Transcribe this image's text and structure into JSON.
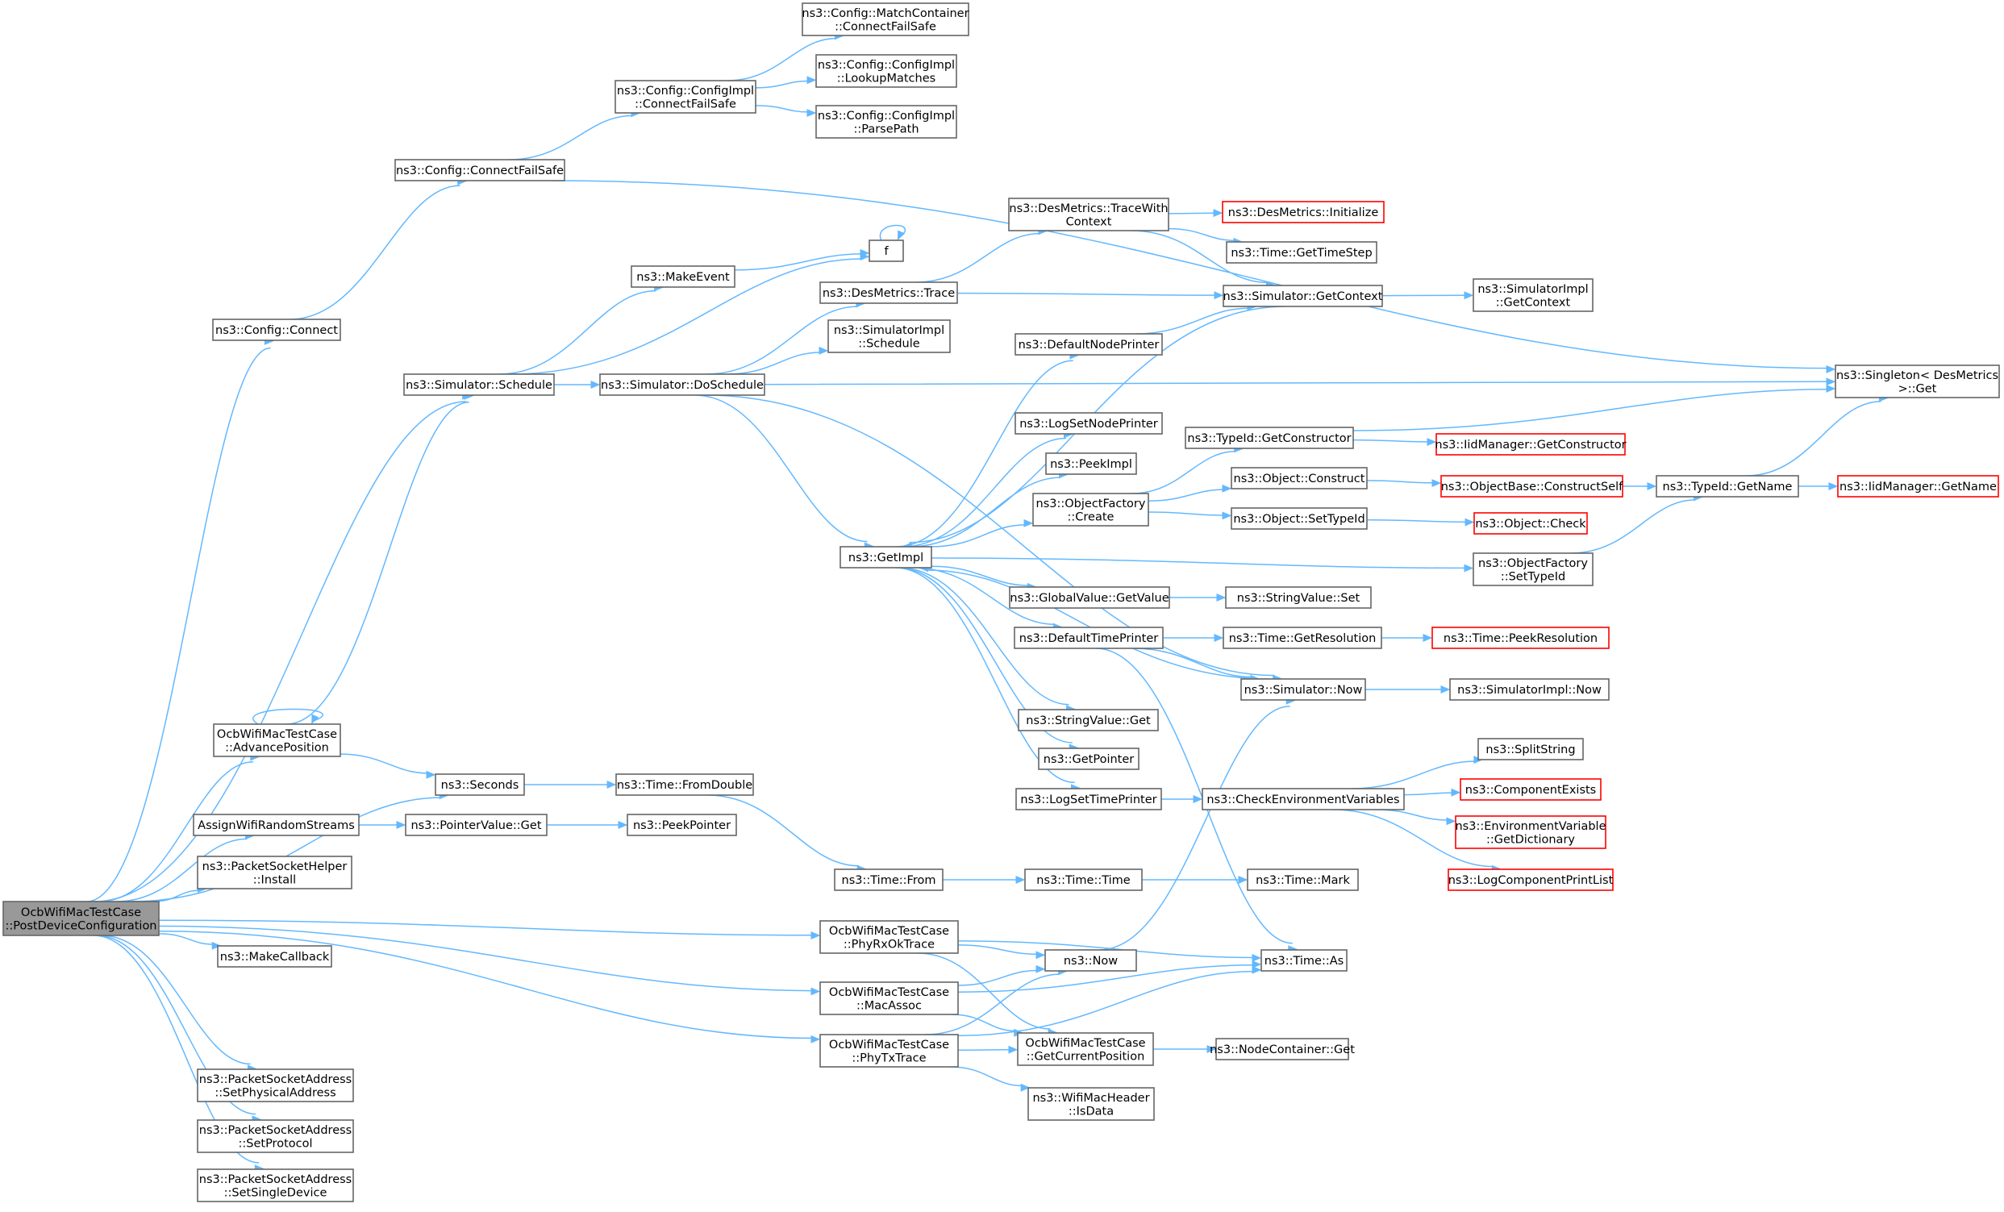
{
  "nodes": [
    {
      "id": "root",
      "lines": [
        "OcbWifiMacTestCase",
        "::PostDeviceConfiguration"
      ],
      "kind": "root"
    },
    {
      "id": "cfgConnect",
      "lines": [
        "ns3::Config::Connect"
      ]
    },
    {
      "id": "cfgConnectFailSafe",
      "lines": [
        "ns3::Config::ConnectFailSafe"
      ]
    },
    {
      "id": "cfgImplConnectFailSafe",
      "lines": [
        "ns3::Config::ConfigImpl",
        "::ConnectFailSafe"
      ]
    },
    {
      "id": "matchConnectFailSafe",
      "lines": [
        "ns3::Config::MatchContainer",
        "::ConnectFailSafe"
      ]
    },
    {
      "id": "lookupMatches",
      "lines": [
        "ns3::Config::ConfigImpl",
        "::LookupMatches"
      ]
    },
    {
      "id": "parsePath",
      "lines": [
        "ns3::Config::ConfigImpl",
        "::ParsePath"
      ]
    },
    {
      "id": "singletonGet",
      "lines": [
        "ns3::Singleton< DesMetrics",
        ">::Get"
      ]
    },
    {
      "id": "simSchedule",
      "lines": [
        "ns3::Simulator::Schedule"
      ]
    },
    {
      "id": "makeEvent",
      "lines": [
        "ns3::MakeEvent"
      ]
    },
    {
      "id": "f",
      "lines": [
        "f"
      ]
    },
    {
      "id": "simDoSchedule",
      "lines": [
        "ns3::Simulator::DoSchedule"
      ]
    },
    {
      "id": "desTrace",
      "lines": [
        "ns3::DesMetrics::Trace"
      ]
    },
    {
      "id": "simImplSchedule",
      "lines": [
        "ns3::SimulatorImpl",
        "::Schedule"
      ]
    },
    {
      "id": "traceWithContext",
      "lines": [
        "ns3::DesMetrics::TraceWith",
        "Context"
      ]
    },
    {
      "id": "desInitialize",
      "lines": [
        "ns3::DesMetrics::Initialize"
      ],
      "kind": "red"
    },
    {
      "id": "getTimeStep",
      "lines": [
        "ns3::Time::GetTimeStep"
      ]
    },
    {
      "id": "simGetContext",
      "lines": [
        "ns3::Simulator::GetContext"
      ]
    },
    {
      "id": "simImplGetContext",
      "lines": [
        "ns3::SimulatorImpl",
        "::GetContext"
      ]
    },
    {
      "id": "defaultNodePrinter",
      "lines": [
        "ns3::DefaultNodePrinter"
      ]
    },
    {
      "id": "logSetNodePrinter",
      "lines": [
        "ns3::LogSetNodePrinter"
      ]
    },
    {
      "id": "peekImpl",
      "lines": [
        "ns3::PeekImpl"
      ]
    },
    {
      "id": "objFactoryCreate",
      "lines": [
        "ns3::ObjectFactory",
        "::Create"
      ]
    },
    {
      "id": "typeIdGetConstructor",
      "lines": [
        "ns3::TypeId::GetConstructor"
      ]
    },
    {
      "id": "iidGetConstructor",
      "lines": [
        "ns3::IidManager::GetConstructor"
      ],
      "kind": "red"
    },
    {
      "id": "objConstruct",
      "lines": [
        "ns3::Object::Construct"
      ]
    },
    {
      "id": "objBaseConstructSelf",
      "lines": [
        "ns3::ObjectBase::ConstructSelf"
      ],
      "kind": "red"
    },
    {
      "id": "typeIdGetName",
      "lines": [
        "ns3::TypeId::GetName"
      ]
    },
    {
      "id": "iidGetName",
      "lines": [
        "ns3::IidManager::GetName"
      ],
      "kind": "red"
    },
    {
      "id": "objSetTypeId",
      "lines": [
        "ns3::Object::SetTypeId"
      ]
    },
    {
      "id": "objCheck",
      "lines": [
        "ns3::Object::Check"
      ],
      "kind": "red"
    },
    {
      "id": "getImpl",
      "lines": [
        "ns3::GetImpl"
      ]
    },
    {
      "id": "objFactorySetTypeId",
      "lines": [
        "ns3::ObjectFactory",
        "::SetTypeId"
      ]
    },
    {
      "id": "globalValueGetValue",
      "lines": [
        "ns3::GlobalValue::GetValue"
      ]
    },
    {
      "id": "stringValueSet",
      "lines": [
        "ns3::StringValue::Set"
      ]
    },
    {
      "id": "defaultTimePrinter",
      "lines": [
        "ns3::DefaultTimePrinter"
      ]
    },
    {
      "id": "timeGetResolution",
      "lines": [
        "ns3::Time::GetResolution"
      ]
    },
    {
      "id": "timePeekResolution",
      "lines": [
        "ns3::Time::PeekResolution"
      ],
      "kind": "red"
    },
    {
      "id": "simNow",
      "lines": [
        "ns3::Simulator::Now"
      ]
    },
    {
      "id": "simImplNow",
      "lines": [
        "ns3::SimulatorImpl::Now"
      ]
    },
    {
      "id": "stringValueGet",
      "lines": [
        "ns3::StringValue::Get"
      ]
    },
    {
      "id": "getPointer",
      "lines": [
        "ns3::GetPointer"
      ]
    },
    {
      "id": "logSetTimePrinter",
      "lines": [
        "ns3::LogSetTimePrinter"
      ]
    },
    {
      "id": "checkEnvVars",
      "lines": [
        "ns3::CheckEnvironmentVariables"
      ]
    },
    {
      "id": "splitString",
      "lines": [
        "ns3::SplitString"
      ]
    },
    {
      "id": "componentExists",
      "lines": [
        "ns3::ComponentExists"
      ],
      "kind": "red"
    },
    {
      "id": "envGetDictionary",
      "lines": [
        "ns3::EnvironmentVariable",
        "::GetDictionary"
      ],
      "kind": "red"
    },
    {
      "id": "logComponentPrintList",
      "lines": [
        "ns3::LogComponentPrintList"
      ],
      "kind": "red"
    },
    {
      "id": "advancePosition",
      "lines": [
        "OcbWifiMacTestCase",
        "::AdvancePosition"
      ]
    },
    {
      "id": "seconds",
      "lines": [
        "ns3::Seconds"
      ]
    },
    {
      "id": "timeFromDouble",
      "lines": [
        "ns3::Time::FromDouble"
      ]
    },
    {
      "id": "assignStreams",
      "lines": [
        "AssignWifiRandomStreams"
      ]
    },
    {
      "id": "pointerValueGet",
      "lines": [
        "ns3::PointerValue::Get"
      ]
    },
    {
      "id": "peekPointer",
      "lines": [
        "ns3::PeekPointer"
      ]
    },
    {
      "id": "pshInstall",
      "lines": [
        "ns3::PacketSocketHelper",
        "::Install"
      ]
    },
    {
      "id": "timeFrom",
      "lines": [
        "ns3::Time::From"
      ]
    },
    {
      "id": "timeTime",
      "lines": [
        "ns3::Time::Time"
      ]
    },
    {
      "id": "timeMark",
      "lines": [
        "ns3::Time::Mark"
      ]
    },
    {
      "id": "phyRxOkTrace",
      "lines": [
        "OcbWifiMacTestCase",
        "::PhyRxOkTrace"
      ]
    },
    {
      "id": "makeCallback",
      "lines": [
        "ns3::MakeCallback"
      ]
    },
    {
      "id": "now",
      "lines": [
        "ns3::Now"
      ]
    },
    {
      "id": "timeAs",
      "lines": [
        "ns3::Time::As"
      ]
    },
    {
      "id": "macAssoc",
      "lines": [
        "OcbWifiMacTestCase",
        "::MacAssoc"
      ]
    },
    {
      "id": "getCurrentPosition",
      "lines": [
        "OcbWifiMacTestCase",
        "::GetCurrentPosition"
      ]
    },
    {
      "id": "phyTxTrace",
      "lines": [
        "OcbWifiMacTestCase",
        "::PhyTxTrace"
      ]
    },
    {
      "id": "nodeContainerGet",
      "lines": [
        "ns3::NodeContainer::Get"
      ]
    },
    {
      "id": "wifiMacHeaderIsData",
      "lines": [
        "ns3::WifiMacHeader",
        "::IsData"
      ]
    },
    {
      "id": "psaSetPhysicalAddress",
      "lines": [
        "ns3::PacketSocketAddress",
        "::SetPhysicalAddress"
      ]
    },
    {
      "id": "psaSetProtocol",
      "lines": [
        "ns3::PacketSocketAddress",
        "::SetProtocol"
      ]
    },
    {
      "id": "psaSetSingleDevice",
      "lines": [
        "ns3::PacketSocketAddress",
        "::SetSingleDevice"
      ]
    }
  ],
  "edges": [
    [
      "root",
      "cfgConnect"
    ],
    [
      "root",
      "simSchedule"
    ],
    [
      "root",
      "advancePosition"
    ],
    [
      "root",
      "seconds"
    ],
    [
      "root",
      "assignStreams"
    ],
    [
      "root",
      "pshInstall"
    ],
    [
      "root",
      "phyRxOkTrace"
    ],
    [
      "root",
      "makeCallback"
    ],
    [
      "root",
      "macAssoc"
    ],
    [
      "root",
      "phyTxTrace"
    ],
    [
      "root",
      "psaSetPhysicalAddress"
    ],
    [
      "root",
      "psaSetProtocol"
    ],
    [
      "root",
      "psaSetSingleDevice"
    ],
    [
      "cfgConnect",
      "cfgConnectFailSafe"
    ],
    [
      "cfgConnectFailSafe",
      "cfgImplConnectFailSafe"
    ],
    [
      "cfgConnectFailSafe",
      "singletonGet"
    ],
    [
      "cfgImplConnectFailSafe",
      "matchConnectFailSafe"
    ],
    [
      "cfgImplConnectFailSafe",
      "lookupMatches"
    ],
    [
      "cfgImplConnectFailSafe",
      "parsePath"
    ],
    [
      "simSchedule",
      "makeEvent"
    ],
    [
      "simSchedule",
      "f"
    ],
    [
      "simSchedule",
      "simDoSchedule"
    ],
    [
      "makeEvent",
      "f"
    ],
    [
      "f",
      "f"
    ],
    [
      "simDoSchedule",
      "desTrace"
    ],
    [
      "simDoSchedule",
      "simImplSchedule"
    ],
    [
      "simDoSchedule",
      "singletonGet"
    ],
    [
      "simDoSchedule",
      "getImpl"
    ],
    [
      "simDoSchedule",
      "simNow"
    ],
    [
      "desTrace",
      "traceWithContext"
    ],
    [
      "desTrace",
      "simGetContext"
    ],
    [
      "traceWithContext",
      "desInitialize"
    ],
    [
      "traceWithContext",
      "getTimeStep"
    ],
    [
      "traceWithContext",
      "simGetContext"
    ],
    [
      "simGetContext",
      "getImpl"
    ],
    [
      "simGetContext",
      "simImplGetContext"
    ],
    [
      "defaultNodePrinter",
      "simGetContext"
    ],
    [
      "getImpl",
      "defaultNodePrinter"
    ],
    [
      "getImpl",
      "logSetNodePrinter"
    ],
    [
      "getImpl",
      "peekImpl"
    ],
    [
      "getImpl",
      "objFactoryCreate"
    ],
    [
      "getImpl",
      "objFactorySetTypeId"
    ],
    [
      "getImpl",
      "globalValueGetValue"
    ],
    [
      "getImpl",
      "defaultTimePrinter"
    ],
    [
      "getImpl",
      "stringValueGet"
    ],
    [
      "getImpl",
      "getPointer"
    ],
    [
      "getImpl",
      "logSetTimePrinter"
    ],
    [
      "objFactoryCreate",
      "typeIdGetConstructor"
    ],
    [
      "objFactoryCreate",
      "objConstruct"
    ],
    [
      "objFactoryCreate",
      "objSetTypeId"
    ],
    [
      "typeIdGetConstructor",
      "iidGetConstructor"
    ],
    [
      "typeIdGetConstructor",
      "singletonGet"
    ],
    [
      "objConstruct",
      "objBaseConstructSelf"
    ],
    [
      "objBaseConstructSelf",
      "typeIdGetName"
    ],
    [
      "typeIdGetName",
      "iidGetName"
    ],
    [
      "typeIdGetName",
      "singletonGet"
    ],
    [
      "objSetTypeId",
      "objCheck"
    ],
    [
      "objFactorySetTypeId",
      "typeIdGetName"
    ],
    [
      "globalValueGetValue",
      "stringValueSet"
    ],
    [
      "defaultTimePrinter",
      "timeGetResolution"
    ],
    [
      "defaultTimePrinter",
      "simNow"
    ],
    [
      "defaultTimePrinter",
      "timeAs"
    ],
    [
      "timeGetResolution",
      "timePeekResolution"
    ],
    [
      "simNow",
      "getImpl"
    ],
    [
      "simNow",
      "simImplNow"
    ],
    [
      "logSetTimePrinter",
      "checkEnvVars"
    ],
    [
      "checkEnvVars",
      "splitString"
    ],
    [
      "checkEnvVars",
      "componentExists"
    ],
    [
      "checkEnvVars",
      "envGetDictionary"
    ],
    [
      "checkEnvVars",
      "logComponentPrintList"
    ],
    [
      "advancePosition",
      "advancePosition"
    ],
    [
      "advancePosition",
      "simSchedule"
    ],
    [
      "advancePosition",
      "seconds"
    ],
    [
      "seconds",
      "timeFromDouble"
    ],
    [
      "timeFromDouble",
      "timeFrom"
    ],
    [
      "assignStreams",
      "pointerValueGet"
    ],
    [
      "pointerValueGet",
      "peekPointer"
    ],
    [
      "timeFrom",
      "timeTime"
    ],
    [
      "timeTime",
      "timeMark"
    ],
    [
      "phyRxOkTrace",
      "now"
    ],
    [
      "phyRxOkTrace",
      "timeAs"
    ],
    [
      "phyRxOkTrace",
      "getCurrentPosition"
    ],
    [
      "macAssoc",
      "now"
    ],
    [
      "macAssoc",
      "timeAs"
    ],
    [
      "macAssoc",
      "getCurrentPosition"
    ],
    [
      "phyTxTrace",
      "now"
    ],
    [
      "phyTxTrace",
      "getCurrentPosition"
    ],
    [
      "phyTxTrace",
      "timeAs"
    ],
    [
      "phyTxTrace",
      "wifiMacHeaderIsData"
    ],
    [
      "now",
      "simNow"
    ],
    [
      "getCurrentPosition",
      "nodeContainerGet"
    ]
  ]
}
